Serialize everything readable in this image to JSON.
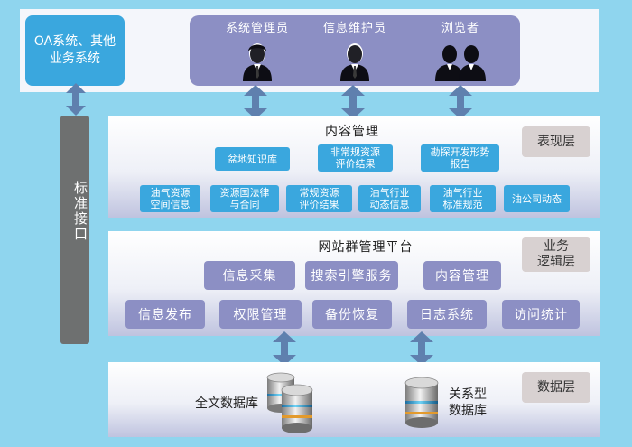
{
  "external_system": {
    "label": "OA系统、其他\n业务系统"
  },
  "interface": {
    "label": "标准接口"
  },
  "users": {
    "roles": [
      {
        "label": "系统管理员"
      },
      {
        "label": "信息维护员"
      },
      {
        "label": "浏览者"
      }
    ]
  },
  "presentation": {
    "title": "内容管理",
    "layer": "表现层",
    "row1": [
      {
        "label": "盆地知识库"
      },
      {
        "label": "非常规资源\n评价结果"
      },
      {
        "label": "勘探开发形势\n报告"
      }
    ],
    "row2": [
      {
        "label": "油气资源\n空间信息"
      },
      {
        "label": "资源国法律\n与合同"
      },
      {
        "label": "常规资源\n评价结果"
      },
      {
        "label": "油气行业\n动态信息"
      },
      {
        "label": "油气行业\n标准规范"
      },
      {
        "label": "油公司动态"
      }
    ]
  },
  "logic": {
    "title": "网站群管理平台",
    "layer": "业务\n逻辑层",
    "row1": [
      {
        "label": "信息采集"
      },
      {
        "label": "搜索引擎服务"
      },
      {
        "label": "内容管理"
      }
    ],
    "row2": [
      {
        "label": "信息发布"
      },
      {
        "label": "权限管理"
      },
      {
        "label": "备份恢复"
      },
      {
        "label": "日志系统"
      },
      {
        "label": "访问统计"
      }
    ]
  },
  "data_layer": {
    "layer": "数据层",
    "databases": [
      {
        "label": "全文数据库"
      },
      {
        "label": "关系型\n数据库"
      }
    ]
  },
  "colors": {
    "background": "#8fd5ee",
    "blue_box": "#3aa7de",
    "purple_box": "#8c8fc4",
    "arrow": "#5f80ae",
    "interface_bar": "#6e7070",
    "users_panel": "#8c8fc4"
  }
}
